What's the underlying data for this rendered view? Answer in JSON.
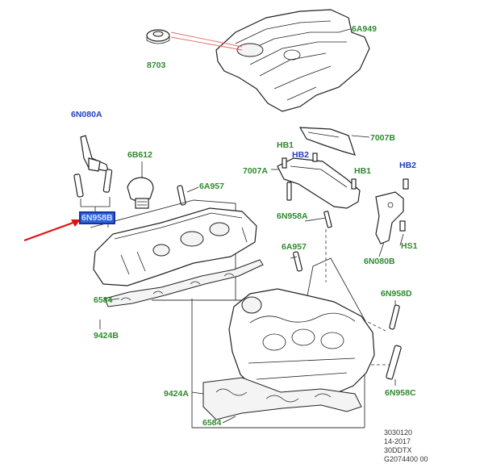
{
  "diagram": {
    "labels": {
      "p6A949": "6A949",
      "p8703": "8703",
      "p6N080A": "6N080A",
      "p6B612": "6B612",
      "p6A957_top": "6A957",
      "p6N958B": "6N958B",
      "p6584_top": "6584",
      "p9424B": "9424B",
      "p7007B": "7007B",
      "pHB1_a": "HB1",
      "pHB2_a": "HB2",
      "p7007A": "7007A",
      "pHB1_b": "HB1",
      "pHB2_b": "HB2",
      "p6N958A": "6N958A",
      "pHS1": "HS1",
      "p6N080B": "6N080B",
      "p6A957_mid": "6A957",
      "p6N958D": "6N958D",
      "p9424A": "9424A",
      "p6N958C": "6N958C",
      "p6584_bot": "6584"
    },
    "footer": {
      "line1": "3030120",
      "line2": "14-2017",
      "line3": "30DDTX",
      "line4": "G2074400 00"
    },
    "colors": {
      "label_green": "#2e8b2e",
      "label_blue": "#1f3fbf",
      "highlight": "#2d63d6",
      "arrow_red": "#e01010"
    }
  }
}
